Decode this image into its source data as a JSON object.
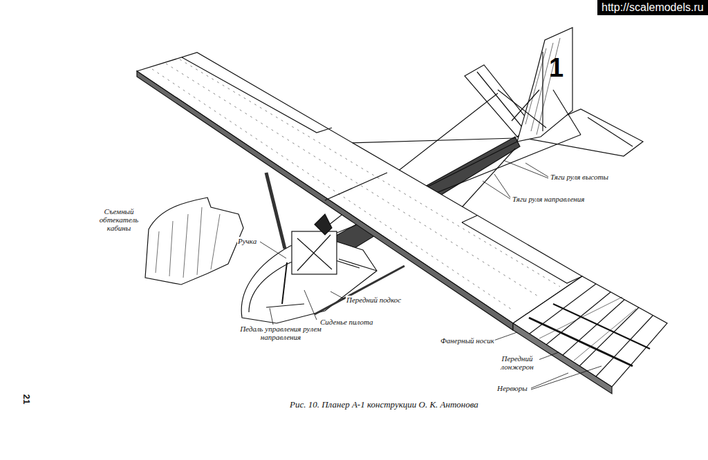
{
  "diagram": {
    "caption": "Рис. 10. Планер А-1 конструкции О. К. Антонова",
    "labels": [
      "http://scalemodels.ru",
      "1",
      "Съемный обтекатель кабины",
      "Ручка",
      "Тяги руля высоты",
      "Тяги руля направления",
      "Передний подкос",
      "Сиденье пилота",
      "Педаль управления рулем направления",
      "Фанерный носик",
      "Передний лонжерон",
      "Нервюры",
      "21"
    ]
  }
}
